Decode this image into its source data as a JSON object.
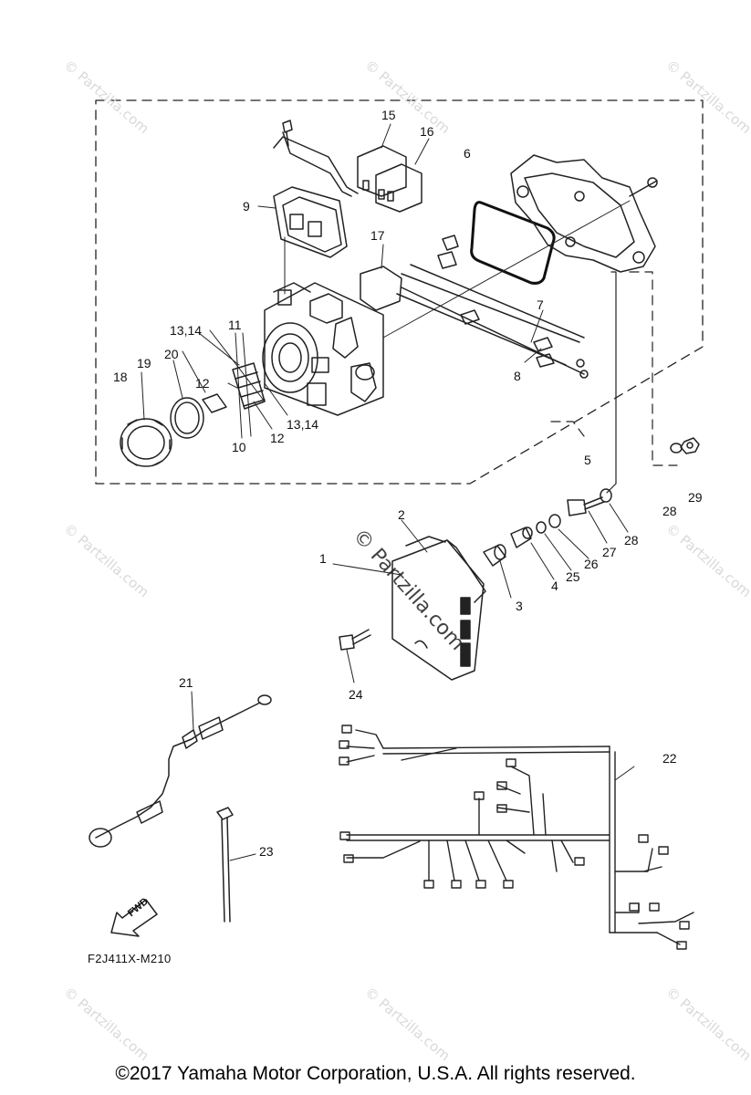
{
  "diagram": {
    "code": "F2J411X-M210",
    "copyright": "©2017  Yamaha Motor Corporation, U.S.A. All rights reserved.",
    "watermark": "© Partzilla.com",
    "fwd_label": "FWD",
    "callouts": [
      "1",
      "2",
      "3",
      "4",
      "5",
      "6",
      "7",
      "8",
      "9",
      "10",
      "11",
      "12",
      "12",
      "13,14",
      "13,14",
      "15",
      "16",
      "17",
      "18",
      "19",
      "20",
      "21",
      "22",
      "23",
      "24",
      "25",
      "26",
      "27",
      "28",
      "28",
      "29"
    ]
  },
  "colors": {
    "line": "#222222",
    "watermark": "#d9d9d9",
    "background": "#ffffff"
  }
}
